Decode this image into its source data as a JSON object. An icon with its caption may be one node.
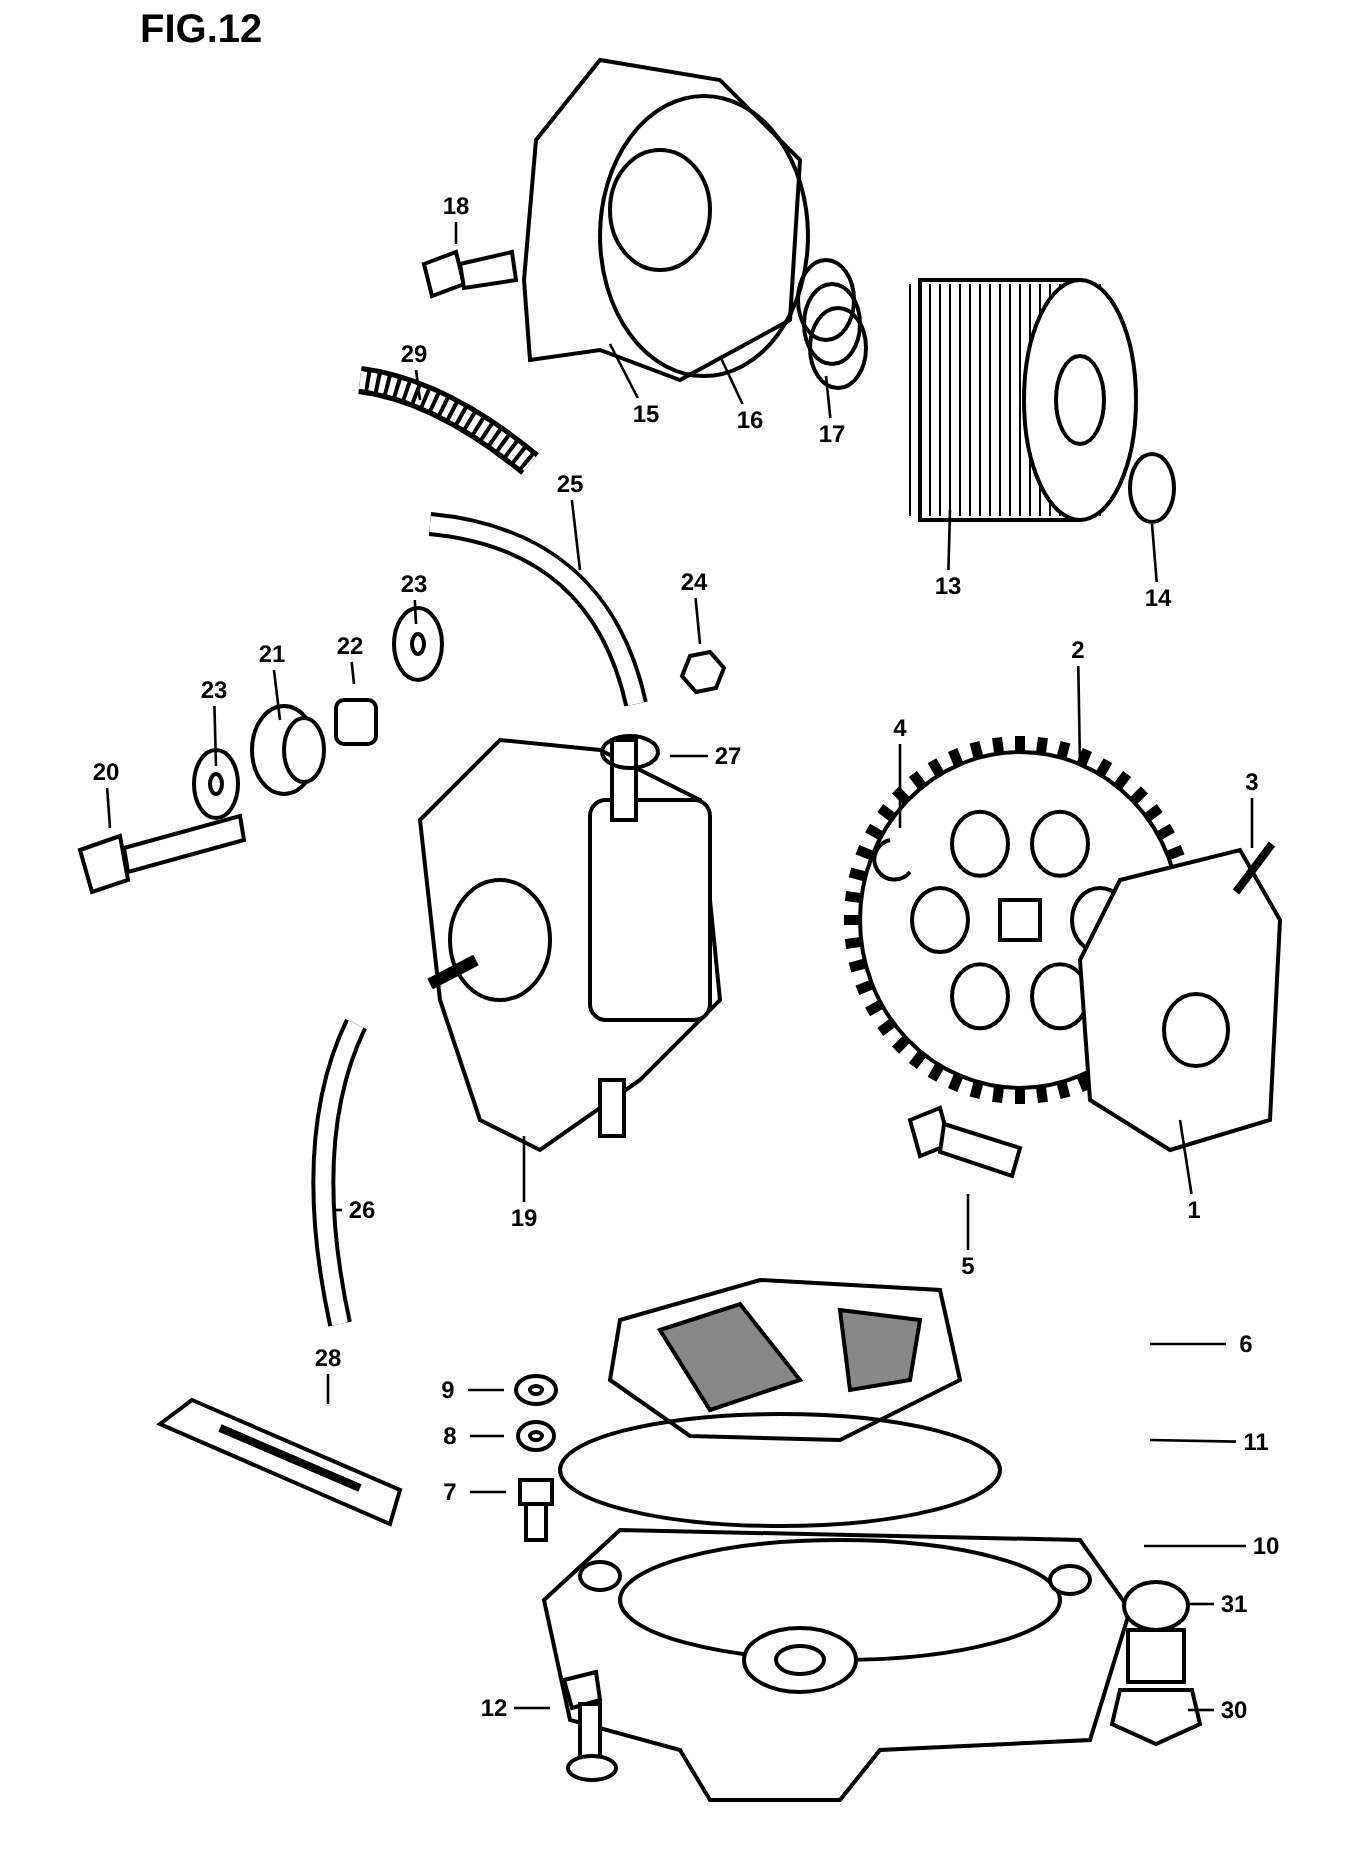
{
  "diagram": {
    "title": "FIG.12",
    "nodes": [
      {
        "text": [
          "18"
        ]
      },
      {
        "text": [
          "15"
        ]
      },
      {
        "text": [
          "16"
        ]
      },
      {
        "text": [
          "17"
        ]
      },
      {
        "text": [
          "13"
        ]
      },
      {
        "text": [
          "14"
        ]
      },
      {
        "text": [
          "29"
        ]
      },
      {
        "text": [
          "25"
        ]
      },
      {
        "text": [
          "24"
        ]
      },
      {
        "text": [
          "23"
        ]
      },
      {
        "text": [
          "22"
        ]
      },
      {
        "text": [
          "21"
        ]
      },
      {
        "text": [
          "23"
        ]
      },
      {
        "text": [
          "20"
        ]
      },
      {
        "text": [
          "27"
        ]
      },
      {
        "text": [
          "2"
        ]
      },
      {
        "text": [
          "4"
        ]
      },
      {
        "text": [
          "3"
        ]
      },
      {
        "text": [
          "1"
        ]
      },
      {
        "text": [
          "5"
        ]
      },
      {
        "text": [
          "19"
        ]
      },
      {
        "text": [
          "26"
        ]
      },
      {
        "text": [
          "6"
        ]
      },
      {
        "text": [
          "9"
        ]
      },
      {
        "text": [
          "11"
        ]
      },
      {
        "text": [
          "8"
        ]
      },
      {
        "text": [
          "7"
        ]
      },
      {
        "text": [
          "28"
        ]
      },
      {
        "text": [
          "10"
        ]
      },
      {
        "text": [
          "31"
        ]
      },
      {
        "text": [
          "30"
        ]
      },
      {
        "text": [
          "12"
        ]
      }
    ],
    "edges": [
      {
        "from": 0,
        "to": null,
        "arrow": "none"
      },
      {
        "from": 1,
        "to": null,
        "arrow": "none"
      },
      {
        "from": 2,
        "to": null,
        "arrow": "none"
      },
      {
        "from": 3,
        "to": null,
        "arrow": "none"
      },
      {
        "from": 4,
        "to": null,
        "arrow": "none"
      },
      {
        "from": 5,
        "to": null,
        "arrow": "none"
      },
      {
        "from": 6,
        "to": null,
        "arrow": "none"
      },
      {
        "from": 7,
        "to": null,
        "arrow": "none"
      },
      {
        "from": 8,
        "to": null,
        "arrow": "none"
      },
      {
        "from": 9,
        "to": null,
        "arrow": "none"
      },
      {
        "from": 10,
        "to": null,
        "arrow": "none"
      },
      {
        "from": 11,
        "to": null,
        "arrow": "none"
      },
      {
        "from": 12,
        "to": null,
        "arrow": "none"
      },
      {
        "from": 13,
        "to": null,
        "arrow": "none"
      },
      {
        "from": 14,
        "to": null,
        "arrow": "none"
      },
      {
        "from": 15,
        "to": null,
        "arrow": "none"
      },
      {
        "from": 16,
        "to": null,
        "arrow": "none"
      },
      {
        "from": 17,
        "to": null,
        "arrow": "none"
      },
      {
        "from": 18,
        "to": null,
        "arrow": "none"
      },
      {
        "from": 19,
        "to": null,
        "arrow": "none"
      },
      {
        "from": 20,
        "to": null,
        "arrow": "none"
      },
      {
        "from": 21,
        "to": null,
        "arrow": "none"
      },
      {
        "from": 22,
        "to": null,
        "arrow": "none"
      },
      {
        "from": 23,
        "to": null,
        "arrow": "none"
      },
      {
        "from": 24,
        "to": null,
        "arrow": "none"
      },
      {
        "from": 25,
        "to": null,
        "arrow": "none"
      },
      {
        "from": 26,
        "to": null,
        "arrow": "none"
      },
      {
        "from": 27,
        "to": null,
        "arrow": "none"
      },
      {
        "from": 28,
        "to": null,
        "arrow": "none"
      },
      {
        "from": 29,
        "to": null,
        "arrow": "none"
      },
      {
        "from": 30,
        "to": null,
        "arrow": "none"
      },
      {
        "from": 31,
        "to": null,
        "arrow": "none"
      }
    ]
  }
}
